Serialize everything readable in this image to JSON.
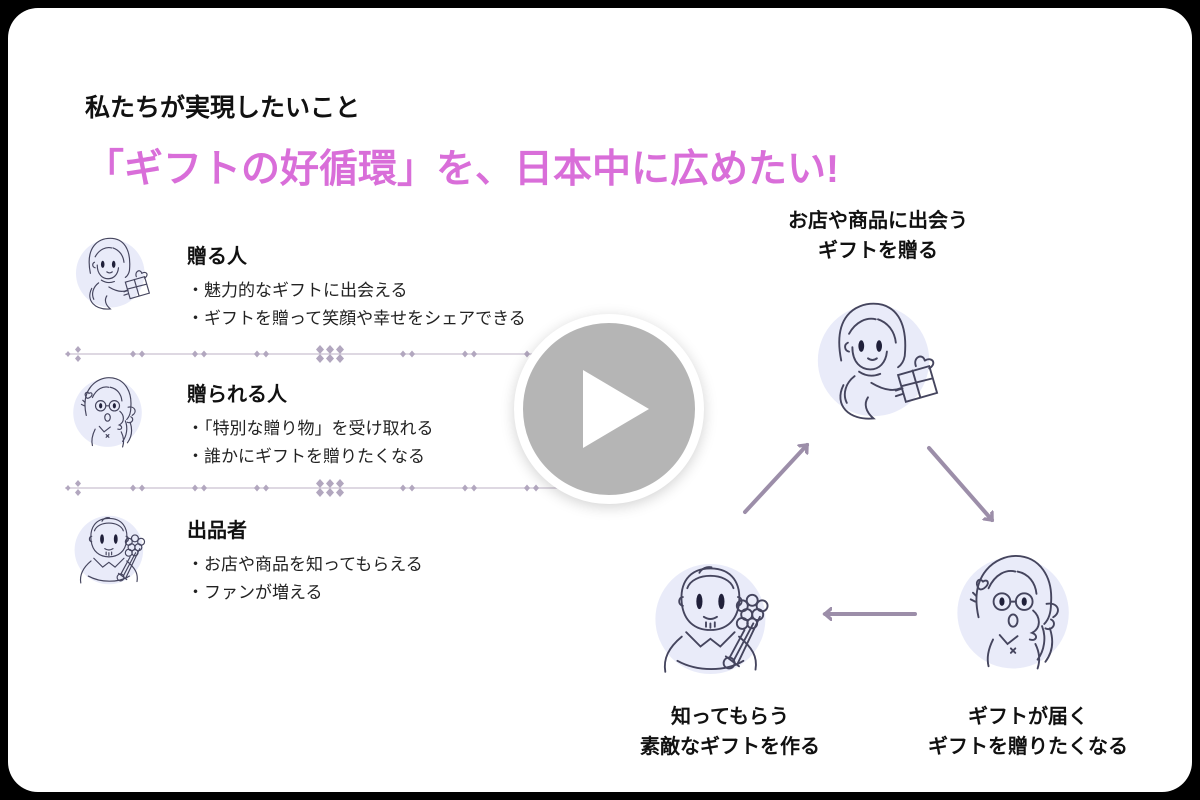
{
  "page": {
    "title": "私たちが実現したいこと",
    "headline": "「ギフトの好循環」を、日本中に広めたい!"
  },
  "colors": {
    "accent_pink": "#d96ed9",
    "card_background": "#ffffff",
    "page_background": "#000000",
    "avatar_background": "#e9ebf9",
    "illustration_stroke": "#45455e",
    "arrow": "#9c8ea9",
    "ornament": "#b2a7bf",
    "play_button_gray": "#b5b5b5"
  },
  "stakeholders": [
    {
      "icon": "giver-girl-with-gift-illustration",
      "name": "贈る人",
      "points": [
        "・魅力的なギフトに出会える",
        "・ギフトを贈って笑顔や幸せをシェアできる"
      ]
    },
    {
      "icon": "receiver-girl-illustration",
      "name": "贈られる人",
      "points": [
        "・「特別な贈り物」を受け取れる",
        "・誰かにギフトを贈りたくなる"
      ]
    },
    {
      "icon": "seller-with-flowers-illustration",
      "name": "出品者",
      "points": [
        "・お店や商品を知ってもらえる",
        "・ファンが増える"
      ]
    }
  ],
  "cycle": {
    "top": {
      "line1": "お店や商品に出会う",
      "line2": "ギフトを贈る"
    },
    "bottom_right": {
      "line1": "ギフトが届く",
      "line2": "ギフトを贈りたくなる"
    },
    "bottom_left": {
      "line1": "知ってもらう",
      "line2": "素敵なギフトを作る"
    }
  },
  "video": {
    "play_icon": "play-triangle"
  }
}
